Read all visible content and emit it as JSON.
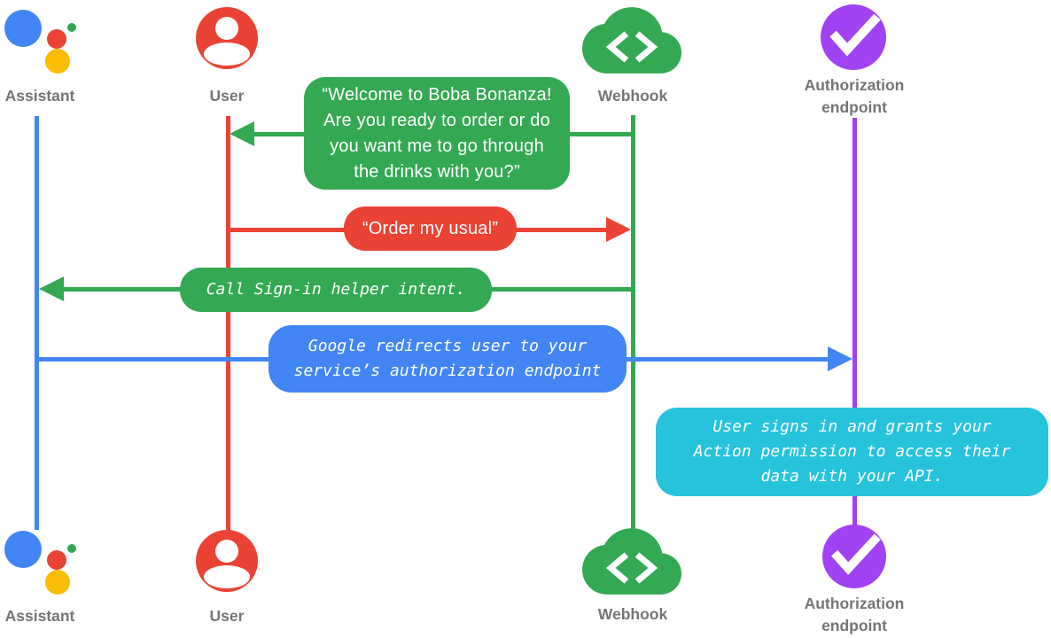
{
  "colors": {
    "assistant_blue": "#4285F4",
    "user_red": "#EA4335",
    "webhook_green": "#34A853",
    "auth_purple": "#A142F4",
    "note_cyan": "#27C2DC",
    "logo_yellow": "#FBBC05",
    "label_gray": "#757575"
  },
  "actors": {
    "assistant": {
      "label": "Assistant"
    },
    "user": {
      "label": "User"
    },
    "webhook": {
      "label": "Webhook"
    },
    "auth": {
      "label_line1": "Authorization",
      "label_line2": "endpoint"
    }
  },
  "messages": {
    "welcome": {
      "from": "Webhook",
      "to": "User",
      "lines": [
        "“Welcome to Boba Bonanza!",
        "Are you ready to order or do",
        "you want me to go through",
        "the drinks with you?”"
      ]
    },
    "order": {
      "from": "User",
      "to": "Webhook",
      "text": "“Order my usual”"
    },
    "signin": {
      "from": "Webhook",
      "to": "Assistant",
      "text": "Call Sign-in helper intent."
    },
    "redirect": {
      "from": "Assistant",
      "to": "Authorization endpoint",
      "lines": [
        "Google redirects user to your",
        "service’s authorization endpoint"
      ]
    },
    "grant": {
      "over": "Authorization endpoint",
      "lines": [
        "User signs in and grants your",
        "Action permission to access their",
        "data with your API."
      ]
    }
  }
}
